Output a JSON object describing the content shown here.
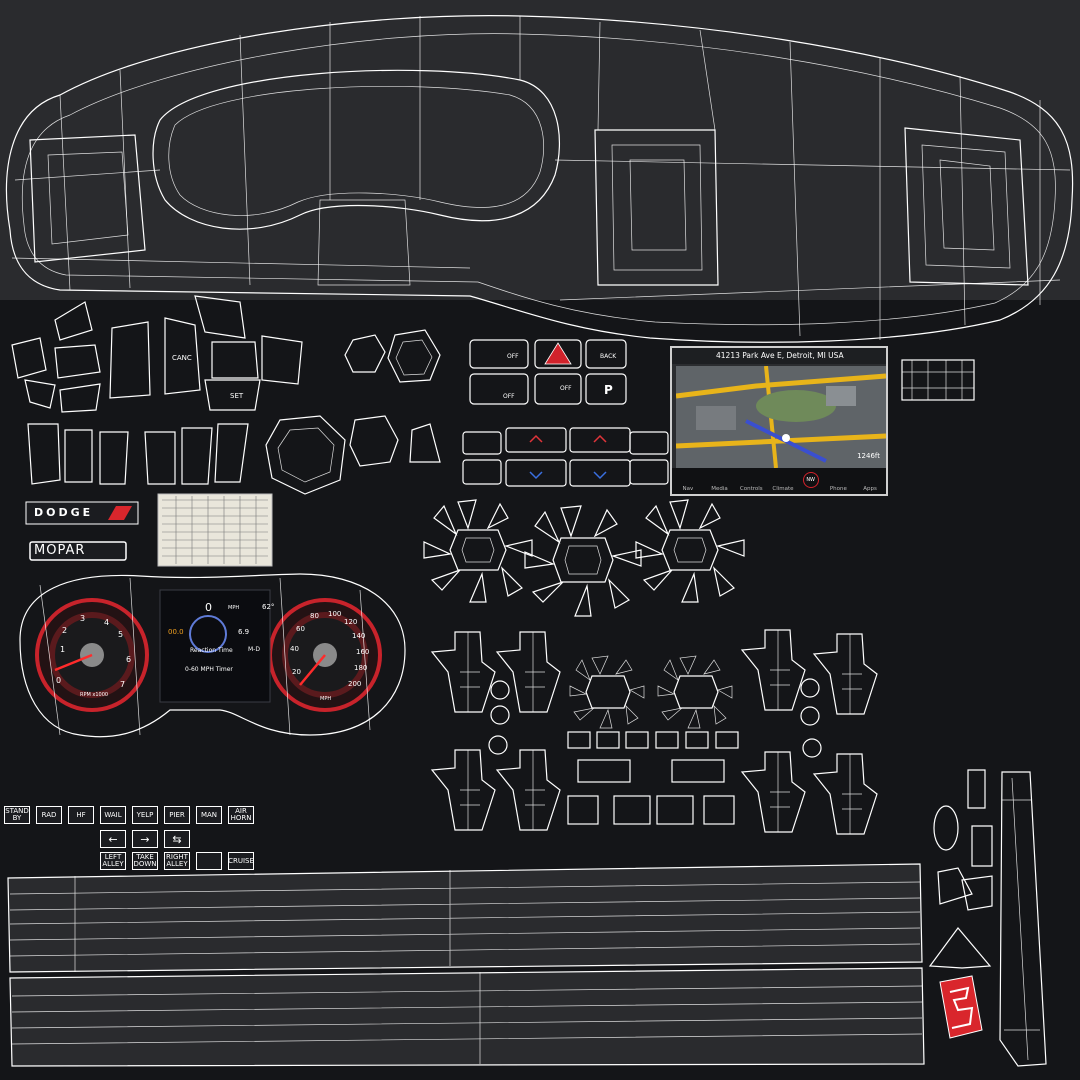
{
  "brand": {
    "dodge_logo": "DODGE",
    "mopar_label": "MOPAR"
  },
  "nav_screen": {
    "address": "41213 Park Ave E, Detroit, MI USA",
    "distance": "1246ft",
    "tabs": [
      "Nav",
      "Media",
      "Controls",
      "Climate",
      "NW",
      "Phone",
      "Apps"
    ]
  },
  "buttons": {
    "hazard_off_left": "OFF",
    "back": "BACK",
    "off_labels": [
      "OFF",
      "OFF",
      "OFF",
      "OFF"
    ],
    "cancel": "CANC",
    "set": "SET",
    "park": "P"
  },
  "cluster": {
    "speed": "0",
    "speed_unit": "MPH",
    "outside_temp": "62°",
    "reaction_time_label": "Reaction Time",
    "timer_label": "0-60 MPH Timer",
    "small_left": "00.0",
    "small_right": "6.9",
    "gear": "M-D",
    "tach_numbers": [
      "0",
      "1",
      "2",
      "3",
      "4",
      "5",
      "6",
      "7"
    ],
    "speedo_numbers": [
      "20",
      "40",
      "60",
      "80",
      "100",
      "120",
      "140",
      "160",
      "180",
      "200"
    ],
    "tach_unit": "RPM x1000",
    "speedo_unit": "MPH"
  },
  "keypad": {
    "row1": [
      "STAND BY",
      "RAD",
      "HF",
      "WAIL",
      "YELP",
      "PIER",
      "MAN",
      "AIR HORN"
    ],
    "row2": [
      "←",
      "→",
      "⇆"
    ],
    "row3": [
      "LEFT ALLEY",
      "TAKE DOWN",
      "RIGHT ALLEY",
      "",
      "CRUISE"
    ]
  },
  "colors": {
    "background": "#141518",
    "wireframe": "#ffffff",
    "gauge_red": "#c8232b",
    "hazard_red": "#d1222b",
    "nav_yellow": "#e8b41a",
    "srt_badge": "#d9262c"
  },
  "icons": {
    "hazard": "warning-triangle-icon",
    "srt": "srt-badge-icon",
    "gear_knob": "gear-knob-icon"
  }
}
